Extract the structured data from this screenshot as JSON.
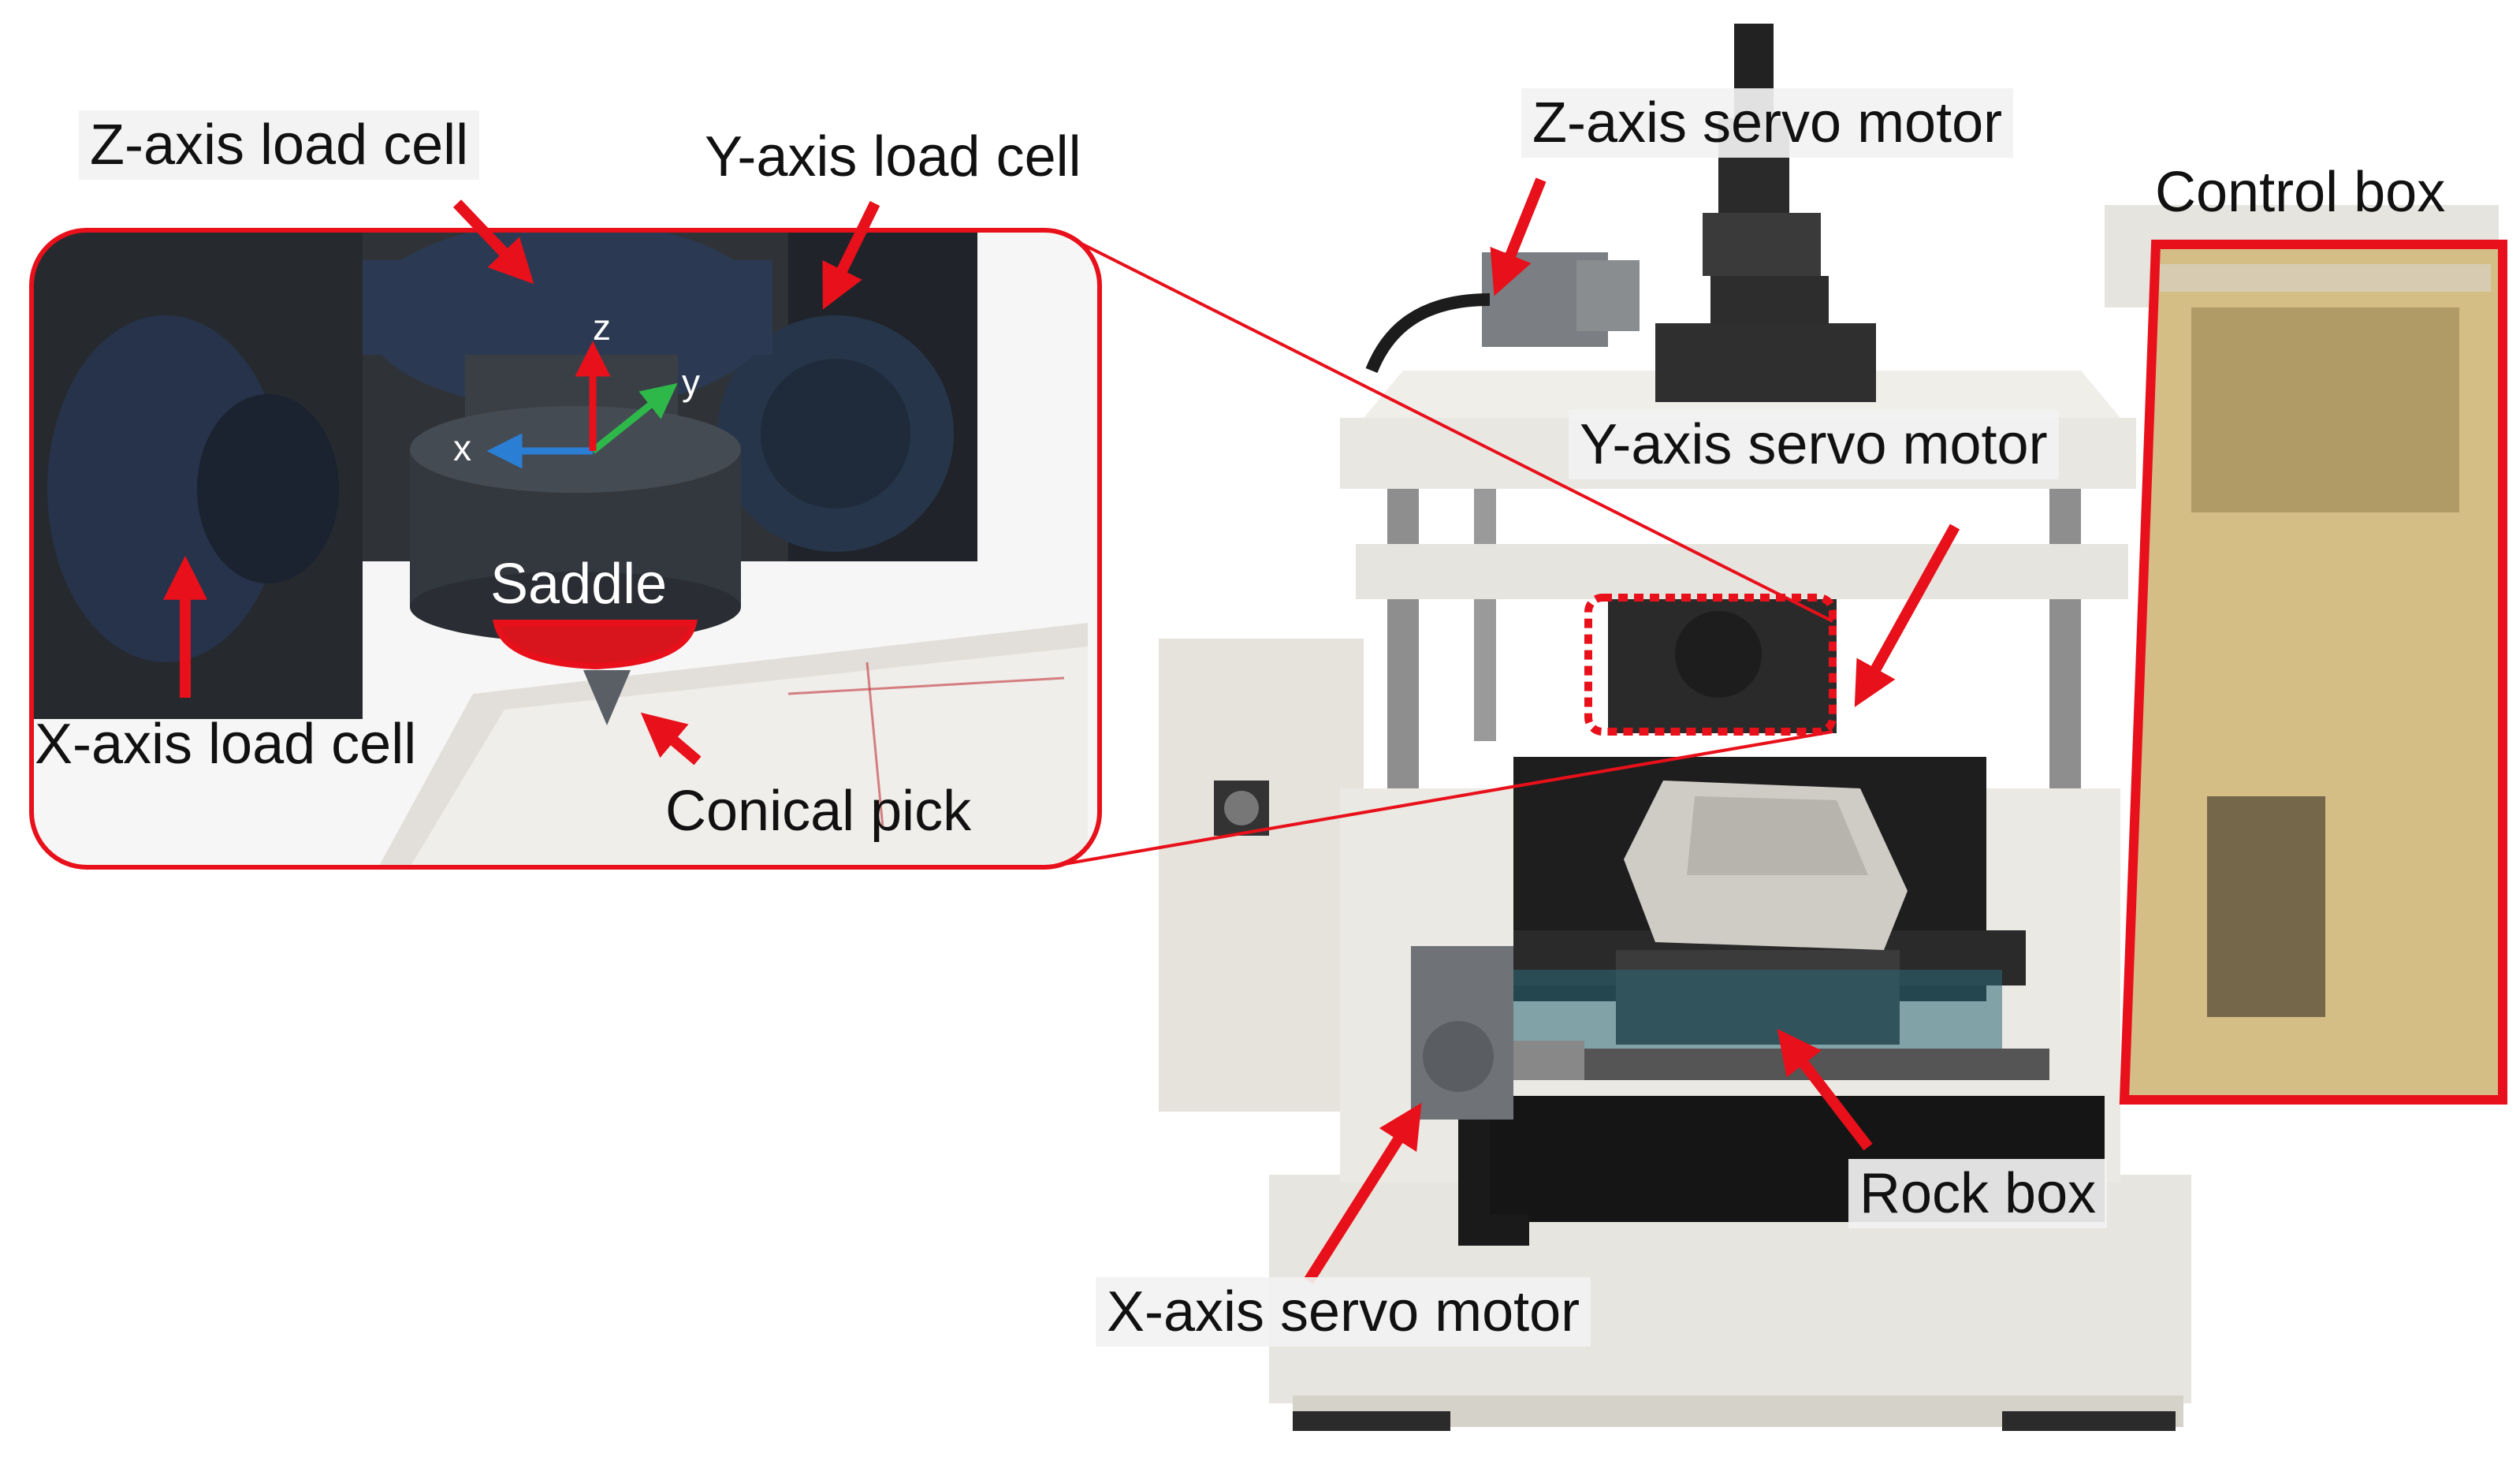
{
  "labels": {
    "z_load_cell": "Z-axis load cell",
    "y_load_cell": "Y-axis load cell",
    "x_load_cell": "X-axis load cell",
    "conical_pick": "Conical pick",
    "saddle": "Saddle",
    "z_servo_motor": "Z-axis servo motor",
    "y_servo_motor": "Y-axis servo motor",
    "x_servo_motor": "X-axis servo motor",
    "control_box": "Control box",
    "rock_box": "Rock box"
  },
  "axes": {
    "x": "x",
    "y": "y",
    "z": "z"
  },
  "colors": {
    "arrow": "#e8101a",
    "highlight_box": "#e8101a",
    "axis_x": "#2a7fd4",
    "axis_y": "#2eb84a",
    "axis_z": "#e8101a",
    "control_box_tint": "#c9a24a"
  }
}
